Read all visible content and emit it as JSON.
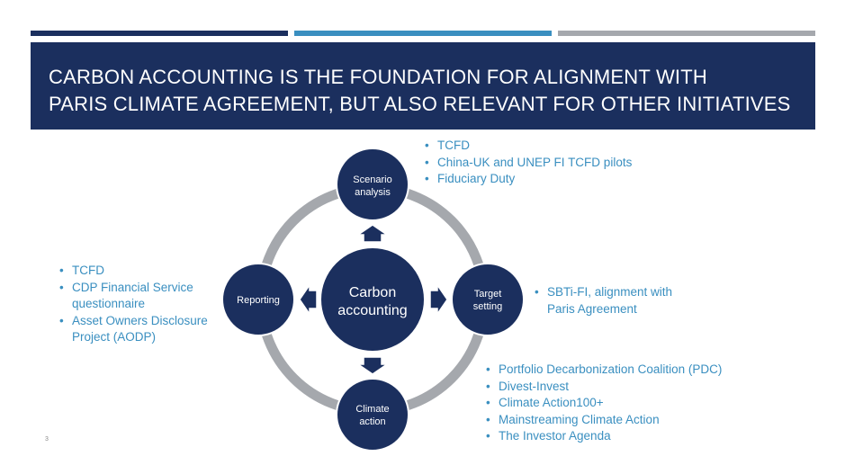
{
  "header": {
    "title_line1": "CARBON ACCOUNTING IS THE FOUNDATION FOR ALIGNMENT WITH",
    "title_line2": "PARIS CLIMATE AGREEMENT, BUT ALSO RELEVANT FOR OTHER INITIATIVES"
  },
  "diagram": {
    "center": [
      "Carbon",
      "accounting"
    ],
    "nodes": {
      "scenario": [
        "Scenario",
        "analysis"
      ],
      "reporting": [
        "Reporting"
      ],
      "target": [
        "Target",
        "setting"
      ],
      "climate": [
        "Climate",
        "action"
      ]
    }
  },
  "bullets": {
    "scenario": [
      "TCFD",
      "China-UK and UNEP FI TCFD pilots",
      "Fiduciary Duty"
    ],
    "reporting": [
      "TCFD",
      "CDP Financial Service",
      "questionnaire",
      "Asset Owners Disclosure",
      "Project (AODP)"
    ],
    "target": [
      "SBTi-FI, alignment with",
      "Paris Agreement"
    ],
    "climate": [
      "Portfolio Decarbonization Coalition (PDC)",
      "Divest-Invest",
      "Climate Action100+",
      "Mainstreaming Climate Action",
      "The Investor Agenda"
    ]
  },
  "colors": {
    "navy": "#1b2f5e",
    "accent_blue": "#3a8fc0",
    "ring_gray": "#a5a8ad",
    "white": "#ffffff"
  },
  "page_number": "3"
}
